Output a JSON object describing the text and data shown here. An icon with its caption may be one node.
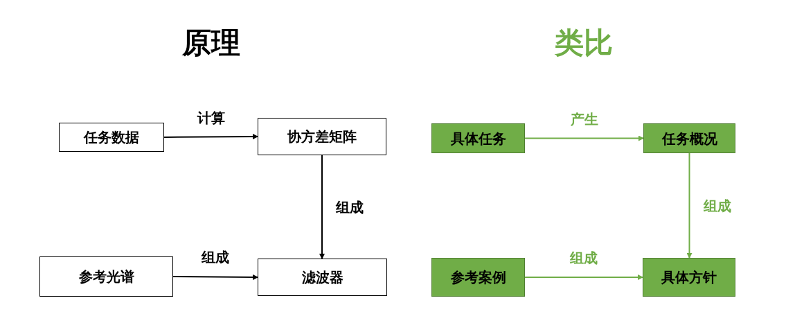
{
  "diagram": {
    "nodes": [
      {
        "text": [
          "任务数据"
        ]
      },
      {
        "text": [
          "协方差矩阵"
        ]
      },
      {
        "text": [
          "参考光谱"
        ]
      },
      {
        "text": [
          "滤波器"
        ]
      },
      {
        "text": [
          "具体任务"
        ]
      },
      {
        "text": [
          "任务概况"
        ]
      },
      {
        "text": [
          "参考案例"
        ]
      },
      {
        "text": [
          "具体方针"
        ]
      }
    ],
    "edges": [
      {
        "from": 0,
        "to": 1,
        "arrow": "to",
        "label": "计算",
        "color": "#000000"
      },
      {
        "from": 1,
        "to": 3,
        "arrow": "to",
        "label": "组成",
        "color": "#000000"
      },
      {
        "from": 2,
        "to": 3,
        "arrow": "to",
        "label": "组成",
        "color": "#000000"
      },
      {
        "from": 4,
        "to": 5,
        "arrow": "to",
        "label": "产生",
        "color": "#70ad47"
      },
      {
        "from": 5,
        "to": 7,
        "arrow": "to",
        "label": "组成",
        "color": "#70ad47"
      },
      {
        "from": 6,
        "to": 7,
        "arrow": "to",
        "label": "组成",
        "color": "#70ad47"
      }
    ],
    "labels": [
      "原理",
      "类比"
    ]
  }
}
